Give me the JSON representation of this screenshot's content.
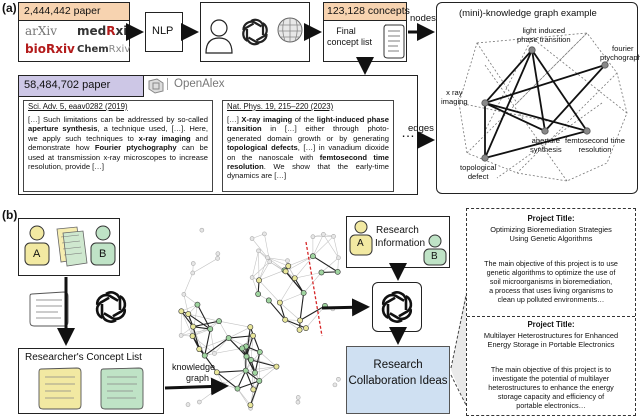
{
  "panel_a": {
    "label": "(a)",
    "papers_count": "2,444,442 paper",
    "logos": {
      "arxiv": "arXiv",
      "medrxiv_med": "med",
      "medrxiv_r": "R",
      "medrxiv_xiv": "xiv",
      "biorxiv_bio": "bio",
      "biorxiv_r": "R",
      "biorxiv_xiv": "xiv",
      "chemrxiv_chem": "Chem",
      "chemrxiv_rxiv": "Rxiv"
    },
    "nlp_label": "NLP",
    "concepts_count": "123,128 concepts",
    "final_list_line1": "Final",
    "final_list_line2": "concept list",
    "nodes_label": "nodes",
    "edges_label": "edges",
    "openalex_count": "58,484,702 paper",
    "openalex_logo": "OpenAlex",
    "paper1_ref": "Sci. Adv. 5, eaav0282 (2019)",
    "paper1_text": [
      {
        "t": "[…] Such limitations can be addressed by so-called ",
        "b": false
      },
      {
        "t": "aperture synthesis",
        "b": true
      },
      {
        "t": ", a technique used, […]. Here, we apply such techniques to ",
        "b": false
      },
      {
        "t": "x-ray imaging",
        "b": true
      },
      {
        "t": " and demonstrate how ",
        "b": false
      },
      {
        "t": "Fourier ptychography",
        "b": true
      },
      {
        "t": " can be used at transmission x-ray microscopes to increase resolution, provide […]",
        "b": false
      }
    ],
    "paper2_ref": "Nat. Phys. 19, 215–220 (2023)",
    "paper2_text": [
      {
        "t": "[…] ",
        "b": false
      },
      {
        "t": "X-ray imaging",
        "b": true
      },
      {
        "t": " of the ",
        "b": false
      },
      {
        "t": "light-induced phase transition",
        "b": true
      },
      {
        "t": " in […] either through photo-generated domain growth or by generating ",
        "b": false
      },
      {
        "t": "topological defects",
        "b": true
      },
      {
        "t": ", […] in vanadium dioxide on the nanoscale with ",
        "b": false
      },
      {
        "t": "femtosecond time resolution",
        "b": true
      },
      {
        "t": ". We show that the early-time dynamics are […]",
        "b": false
      }
    ],
    "ellipsis": "…",
    "kg_title": "(mini)-knowledge graph example",
    "kg_nodes": {
      "light_induced": [
        "light induced",
        "phase transition"
      ],
      "fourier": [
        "fourier",
        "ptychography"
      ],
      "xray": [
        "x ray",
        "imaging"
      ],
      "aperture": [
        "aperture",
        "synthesis"
      ],
      "femto": [
        "femtosecond time",
        "resolution"
      ],
      "topological": [
        "topological",
        "defect"
      ]
    }
  },
  "panel_b": {
    "label": "(b)",
    "person_a": "A",
    "person_b": "B",
    "concept_list_title": "Researcher's Concept List",
    "kg_label_line1": "knowledge",
    "kg_label_line2": "graph",
    "research_info_line1": "Research",
    "research_info_line2": "Information",
    "collab_line1": "Research",
    "collab_line2": "Collaboration Ideas",
    "project1_title": "Project Title:",
    "project1_name": [
      "Optimizing Bioremediation Strategies",
      "Using Genetic Algorithms"
    ],
    "project1_body": [
      "The main objective of this project is to use",
      "genetic algorithms to optimize the use of",
      "soil microorganisms in bioremediation,",
      "a process that uses living organisms to",
      "clean up polluted environments…"
    ],
    "project2_title": "Project Title:",
    "project2_name": [
      "Multilayer Heterostructures for Enhanced",
      "Energy Storage in Portable Electronics"
    ],
    "project2_body": [
      "The main objective of this project is to",
      "investigate the potential of multilayer",
      "heterostructures to enhance the energy",
      "storage capacity and efficiency of",
      "portable electronics…"
    ]
  },
  "colors": {
    "orange_header": "#f7d3b0",
    "lavender_header": "#cdc7e6",
    "person_a": "#f2e9a2",
    "person_b": "#bfe3c6",
    "collab_box": "#cfe0f2",
    "arxiv_red": "#b31b1b",
    "node_yellow": "#e8e69a",
    "node_green": "#9fd49f"
  }
}
